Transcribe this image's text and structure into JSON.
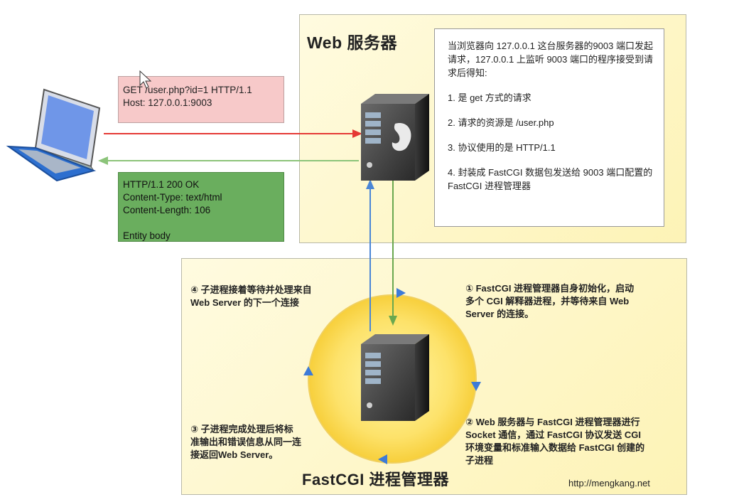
{
  "web_server": {
    "title": "Web 服务器",
    "notes": [
      "当浏览器向 127.0.0.1 这台服务器的9003 端口发起请求，127.0.0.1 上监听 9003 端口的程序接受到请求后得知:",
      "1. 是 get 方式的请求",
      "2. 请求的资源是 /user.php",
      "3. 协议使用的是 HTTP/1.1",
      "4. 封装成 FastCGI 数据包发送给 9003 端口配置的 FastCGI 进程管理器"
    ]
  },
  "request": {
    "line1": "GET /user.php?id=1 HTTP/1.1",
    "line2": "Host: 127.0.0.1:9003"
  },
  "response": {
    "line1": "HTTP/1.1 200 OK",
    "line2": "Content-Type: text/html",
    "line3": "Content-Length: 106",
    "line4": "Entity body"
  },
  "fastcgi": {
    "title": "FastCGI 进程管理器",
    "step1": [
      "① FastCGI 进程管理器自身初始化，启动",
      "多个 CGI 解释器进程，并等待来自 Web",
      "Server 的连接。"
    ],
    "step2": [
      "② Web 服务器与 FastCGI 进程管理器进行",
      "Socket 通信，通过 FastCGI 协议发送 CGI",
      "环境变量和标准输入数据给 FastCGI 创建的",
      "子进程"
    ],
    "step3": [
      "③ 子进程完成处理后将标",
      "准输出和错误信息从同一连",
      "接返回Web Server。"
    ],
    "step4": [
      "④ 子进程接着等待并处理来自",
      "Web Server 的下一个连接"
    ],
    "url": "http://mengkang.net"
  },
  "colors": {
    "request_arrow": "#e53935",
    "response_arrow": "#8cc47a",
    "up_arrow": "#4a86d6",
    "down_arrow": "#6aa84f",
    "cycle_arrow": "#3d7bd8"
  },
  "icons": [
    "laptop-icon",
    "server-icon",
    "cursor-icon"
  ]
}
